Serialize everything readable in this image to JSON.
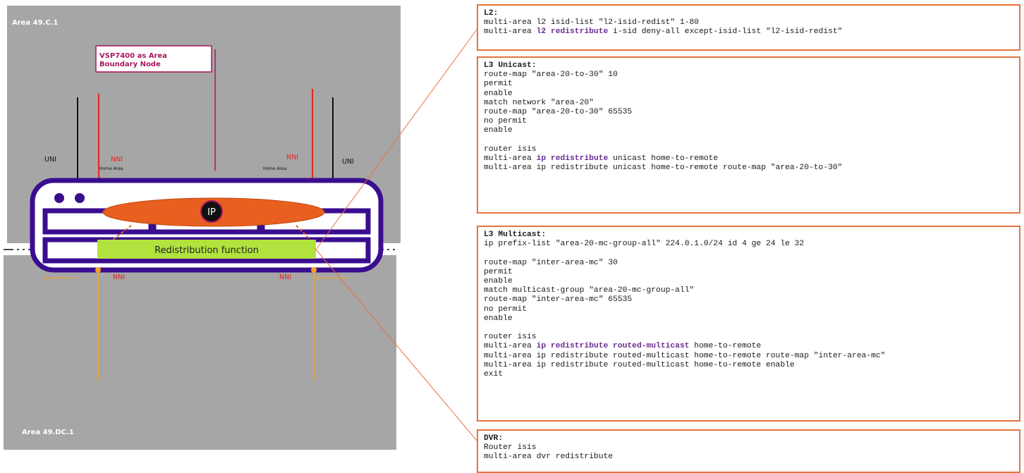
{
  "diagram": {
    "area_top_label": "Area 49.C.1",
    "area_bottom_label": "Area 49.DC.1",
    "callout_text": [
      "VSP7400 as Area",
      "Boundary Node"
    ],
    "labels": {
      "uni_left": "UNI",
      "uni_right": "UNI",
      "nni_left_top": "NNI",
      "nni_right_top": "NNI",
      "home_area_left": "Home Area",
      "home_area_right": "Home Area",
      "nni_left_bottom": "NNI",
      "nni_right_bottom": "NNI",
      "remote_area_left": "Remote Area (Inc)",
      "remote_area_right": "Remote Area (Inc)"
    },
    "ip_label": "IP",
    "redistribution_label": "Redistribution function",
    "colors": {
      "area_bg": "#a6a6a6",
      "switch_purple": "#3a0d8f",
      "ip_orange": "#e95f1f",
      "redistribution_green": "#b2e23d",
      "nni_red": "#e52521",
      "remote_orange": "#f3a321",
      "callout_border": "#a8175f",
      "box_border": "#e5743b",
      "keyword_purple": "#6a2c91"
    }
  },
  "config_boxes": {
    "l2": {
      "title": "L2:",
      "lines": [
        [
          {
            "t": "multi-area l2 isid-list \"l2-isid-redist\" 1-80"
          }
        ],
        [
          {
            "t": "multi-area "
          },
          {
            "t": "l2 redistribute",
            "kw": true
          },
          {
            "t": " i-sid deny-all except-isid-list \"l2-isid-redist\""
          }
        ]
      ]
    },
    "l3_unicast": {
      "title": "L3 Unicast:",
      "lines": [
        [
          {
            "t": "route-map \"area-20-to-30\" 10"
          }
        ],
        [
          {
            "t": "permit"
          }
        ],
        [
          {
            "t": "enable"
          }
        ],
        [
          {
            "t": "match network \"area-20\""
          }
        ],
        [
          {
            "t": "route-map \"area-20-to-30\" 65535"
          }
        ],
        [
          {
            "t": "no permit"
          }
        ],
        [
          {
            "t": "enable"
          }
        ],
        [
          {
            "t": ""
          }
        ],
        [
          {
            "t": "router isis"
          }
        ],
        [
          {
            "t": "multi-area "
          },
          {
            "t": "ip redistribute",
            "kw": true
          },
          {
            "t": " unicast home-to-remote"
          }
        ],
        [
          {
            "t": "multi-area ip redistribute unicast home-to-remote route-map \"area-20-to-30\""
          }
        ]
      ]
    },
    "l3_multicast": {
      "title": "L3 Multicast:",
      "lines": [
        [
          {
            "t": "ip prefix-list \"area-20-mc-group-all\" 224.0.1.0/24 id 4 ge 24 le 32"
          }
        ],
        [
          {
            "t": ""
          }
        ],
        [
          {
            "t": "route-map \"inter-area-mc\" 30"
          }
        ],
        [
          {
            "t": "permit"
          }
        ],
        [
          {
            "t": "enable"
          }
        ],
        [
          {
            "t": "match multicast-group \"area-20-mc-group-all\""
          }
        ],
        [
          {
            "t": "route-map \"inter-area-mc\" 65535"
          }
        ],
        [
          {
            "t": "no permit"
          }
        ],
        [
          {
            "t": "enable"
          }
        ],
        [
          {
            "t": ""
          }
        ],
        [
          {
            "t": "router isis"
          }
        ],
        [
          {
            "t": "multi-area "
          },
          {
            "t": "ip redistribute routed-multicast",
            "kw": true
          },
          {
            "t": " home-to-remote"
          }
        ],
        [
          {
            "t": "multi-area ip redistribute routed-multicast home-to-remote route-map \"inter-area-mc\""
          }
        ],
        [
          {
            "t": "multi-area ip redistribute routed-multicast home-to-remote enable"
          }
        ],
        [
          {
            "t": "exit"
          }
        ]
      ]
    },
    "dvr": {
      "title": "DVR:",
      "lines": [
        [
          {
            "t": "Router isis"
          }
        ],
        [
          {
            "t": "multi-area dvr redistribute"
          }
        ]
      ]
    }
  }
}
